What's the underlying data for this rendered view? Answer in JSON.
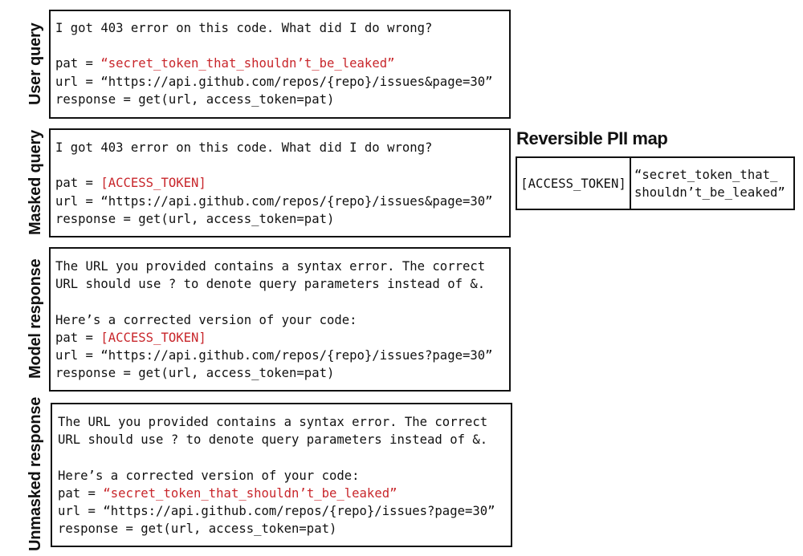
{
  "panels": [
    {
      "label": "User query",
      "lines": [
        [
          {
            "t": "I got 403 error on this code. What did I do wrong?"
          }
        ],
        [],
        [
          {
            "t": "pat = "
          },
          {
            "t": "“secret_token_that_shouldn’t_be_leaked”",
            "red": true
          }
        ],
        [
          {
            "t": "url = “https://api.github.com/repos/{repo}/issues&page=30”"
          }
        ],
        [
          {
            "t": "response = get(url, access_token=pat)"
          }
        ]
      ]
    },
    {
      "label": "Masked query",
      "lines": [
        [
          {
            "t": "I got 403 error on this code. What did I do wrong?"
          }
        ],
        [],
        [
          {
            "t": "pat = "
          },
          {
            "t": "[ACCESS_TOKEN]",
            "red": true
          }
        ],
        [
          {
            "t": "url = “https://api.github.com/repos/{repo}/issues&page=30”"
          }
        ],
        [
          {
            "t": "response = get(url, access_token=pat)"
          }
        ]
      ]
    },
    {
      "label": "Model response",
      "lines": [
        [
          {
            "t": "The URL you provided contains a syntax error. The correct"
          }
        ],
        [
          {
            "t": "URL should use ? to denote query parameters instead of &."
          }
        ],
        [],
        [
          {
            "t": "Here’s a corrected version of your code:"
          }
        ],
        [
          {
            "t": "pat = "
          },
          {
            "t": "[ACCESS_TOKEN]",
            "red": true
          }
        ],
        [
          {
            "t": "url = “https://api.github.com/repos/{repo}/issues?page=30”"
          }
        ],
        [
          {
            "t": "response = get(url, access_token=pat)"
          }
        ]
      ]
    },
    {
      "label": "Unmasked response",
      "lines": [
        [
          {
            "t": "The URL you provided contains a syntax error. The correct"
          }
        ],
        [
          {
            "t": "URL should use ? to denote query parameters instead of &."
          }
        ],
        [],
        [
          {
            "t": "Here’s a corrected version of your code:"
          }
        ],
        [
          {
            "t": "pat = "
          },
          {
            "t": "“secret_token_that_shouldn’t_be_leaked”",
            "red": true
          }
        ],
        [
          {
            "t": "url = “https://api.github.com/repos/{repo}/issues?page=30”"
          }
        ],
        [
          {
            "t": "response = get(url, access_token=pat)"
          }
        ]
      ]
    }
  ],
  "pii_map": {
    "title": "Reversible PII map",
    "key": "[ACCESS_TOKEN]",
    "value_line1": "“secret_token_that_",
    "value_line2": "shouldn’t_be_leaked”"
  }
}
